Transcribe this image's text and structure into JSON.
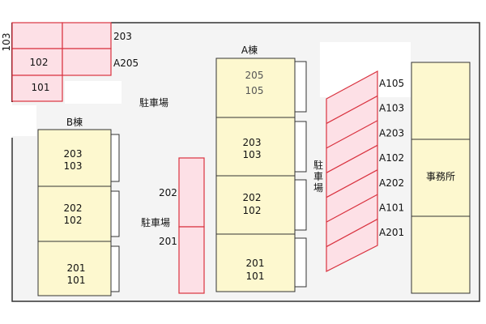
{
  "colors": {
    "building": "#fdf8cf",
    "parking": "#fde0e6",
    "parking_stroke": "#d9323f",
    "ground": "#f4f4f4"
  },
  "top_left_parking": {
    "side_label": "103",
    "labels": [
      "102",
      "101"
    ],
    "right_labels": [
      "203",
      "A205"
    ]
  },
  "parking_main_label": "駐車場",
  "b_building": {
    "title": "B棟",
    "units": [
      [
        "203",
        "103"
      ],
      [
        "202",
        "102"
      ],
      [
        "201",
        "101"
      ]
    ]
  },
  "a_building": {
    "title": "A棟",
    "units": [
      [
        "205",
        "105"
      ],
      [
        "203",
        "103"
      ],
      [
        "202",
        "102"
      ],
      [
        "201",
        "101"
      ]
    ]
  },
  "middle_parking": {
    "labels": [
      "202",
      "駐車場",
      "201"
    ]
  },
  "diagonal_parking": {
    "label": [
      "駐",
      "車",
      "場"
    ],
    "spaces": [
      "A105",
      "A103",
      "A203",
      "A102",
      "A202",
      "A101",
      "A201"
    ]
  },
  "office": {
    "label": "事務所"
  }
}
